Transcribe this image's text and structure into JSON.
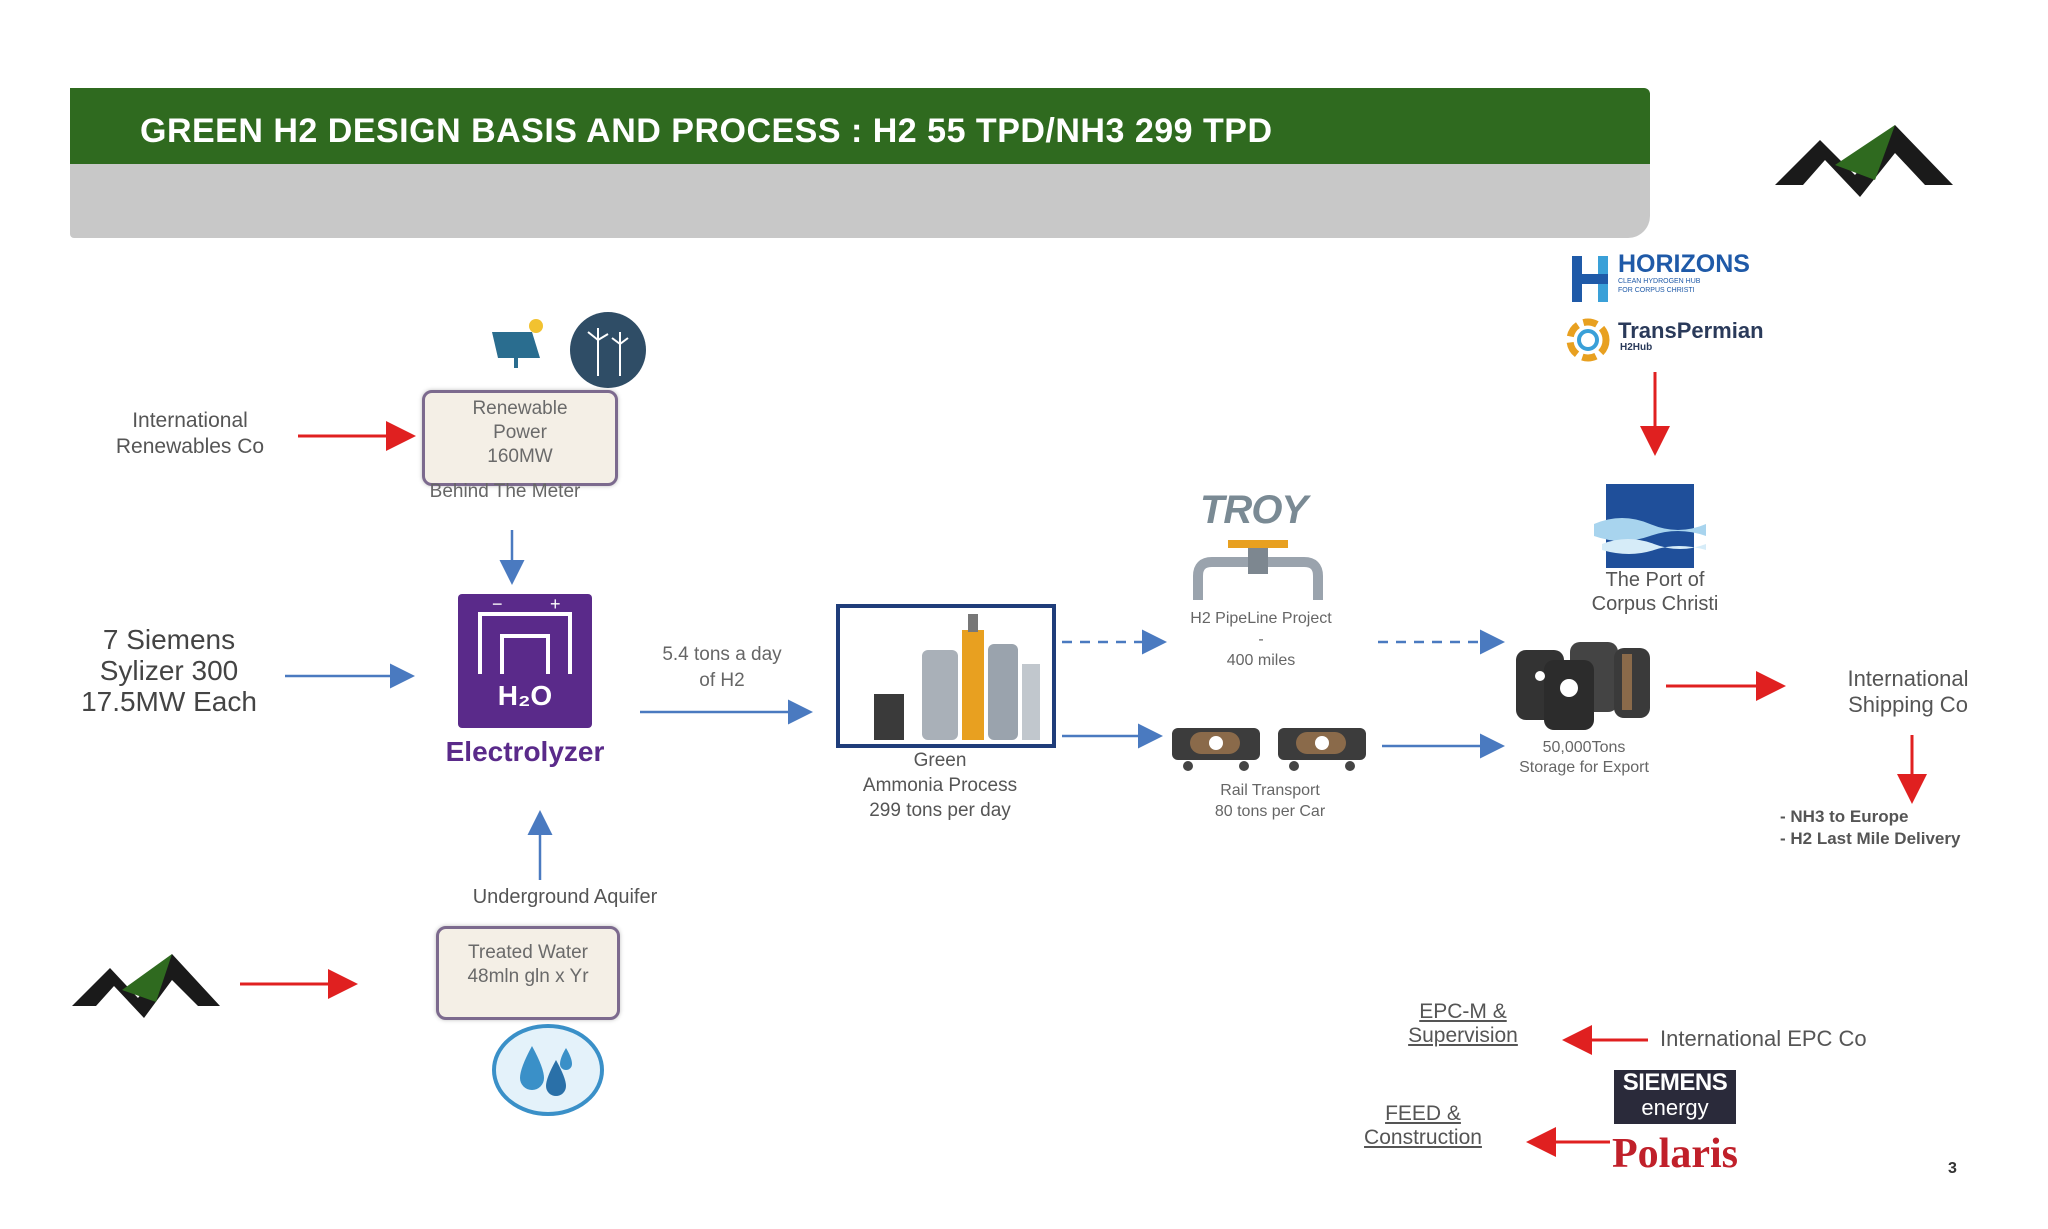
{
  "banner": {
    "title": "GREEN H2 DESIGN BASIS AND PROCESS : H2 55 TPD/NH3 299 TPD"
  },
  "nodes": {
    "intl_renewables": "International\nRenewables Co",
    "renewable_power": "Renewable\nPower\n160MW",
    "behind_meter": "Behind The Meter",
    "siemens": "7 Siemens\nSylizer 300\n17.5MW Each",
    "electrolyzer_symbol": "H₂O",
    "electrolyzer_label": "Electrolyzer",
    "h2_rate": "5.4 tons a day\nof H2",
    "ammonia": "Green\nAmmonia Process\n299 tons per day",
    "troy": "TROY",
    "pipeline": "H2 PipeLine Project\n-\n400 miles",
    "rail": "Rail Transport\n80 tons per Car",
    "horizons": "HORIZONS",
    "horizons_sub": "CLEAN HYDROGEN HUB\nFOR CORPUS CHRISTI",
    "transpermian": "TransPermian",
    "transpermian_sub": "H2Hub",
    "port": "The Port of\nCorpus Christi",
    "storage": "50,000Tons\nStorage for Export",
    "intl_shipping": "International\nShipping Co",
    "delivery": "- NH3 to Europe\n- H2 Last Mile Delivery",
    "aquifer": "Underground Aquifer",
    "treated_water": "Treated Water\n48mln gln x Yr",
    "epc_m": "EPC-M &\nSupervision",
    "intl_epc": "International EPC Co",
    "siemens_energy_1": "SIEMENS",
    "siemens_energy_2": "energy",
    "polaris": "Polaris",
    "feed": "FEED &\nConstruction"
  },
  "page_number": "3",
  "colors": {
    "banner_green": "#2f6a1f",
    "banner_gray": "#c8c8c8",
    "electrolyzer_purple": "#5a2a8a",
    "arrow_red": "#e02020",
    "arrow_blue": "#4a7ac0"
  }
}
